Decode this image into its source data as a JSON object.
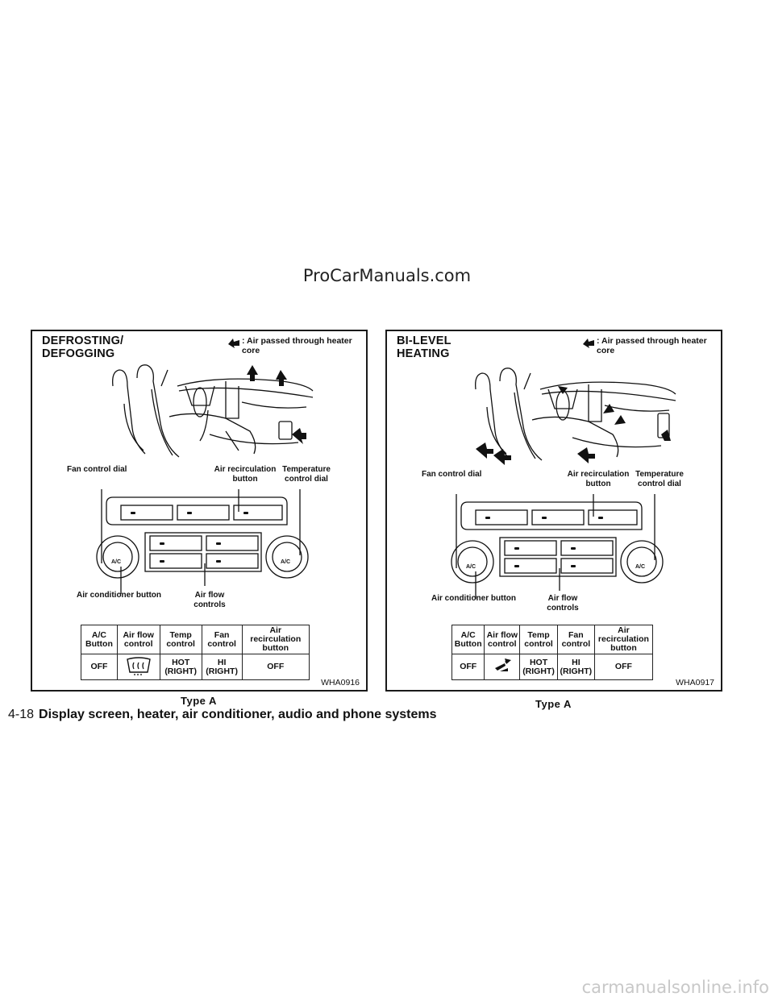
{
  "watermark_top": "ProCarManuals.com",
  "watermark_bottom": "carmanualsonline.info",
  "legend_text": ": Air passed through heater core",
  "panels": [
    {
      "title_line1": "DEFROSTING/",
      "title_line2": "DEFOGGING",
      "labels": {
        "fan": "Fan control dial",
        "recirc": "Air recirculation button",
        "temp": "Temperature control dial",
        "ac": "Air conditioner button",
        "flow": "Air flow controls"
      },
      "table_headers": [
        "A/C Button",
        "Air flow control",
        "Temp control",
        "Fan control",
        "Air recirculation button"
      ],
      "table_values": [
        "OFF",
        "",
        "HOT (RIGHT)",
        "HI (RIGHT)",
        "OFF"
      ],
      "airflow_icon": "defrost-icon",
      "code": "WHA0916",
      "caption": "Type A"
    },
    {
      "title_line1": "BI-LEVEL",
      "title_line2": "HEATING",
      "labels": {
        "fan": "Fan control dial",
        "recirc": "Air recirculation button",
        "temp": "Temperature control dial",
        "ac": "Air conditioner button",
        "flow": "Air flow controls"
      },
      "table_headers": [
        "A/C Button",
        "Air flow control",
        "Temp control",
        "Fan control",
        "Air recirculation button"
      ],
      "table_values": [
        "OFF",
        "",
        "HOT (RIGHT)",
        "HI (RIGHT)",
        "OFF"
      ],
      "airflow_icon": "bi-level-icon",
      "code": "WHA0917",
      "caption": "Type A"
    }
  ],
  "footer": {
    "page": "4-18",
    "section": "Display screen, heater, air conditioner, audio and phone systems"
  }
}
